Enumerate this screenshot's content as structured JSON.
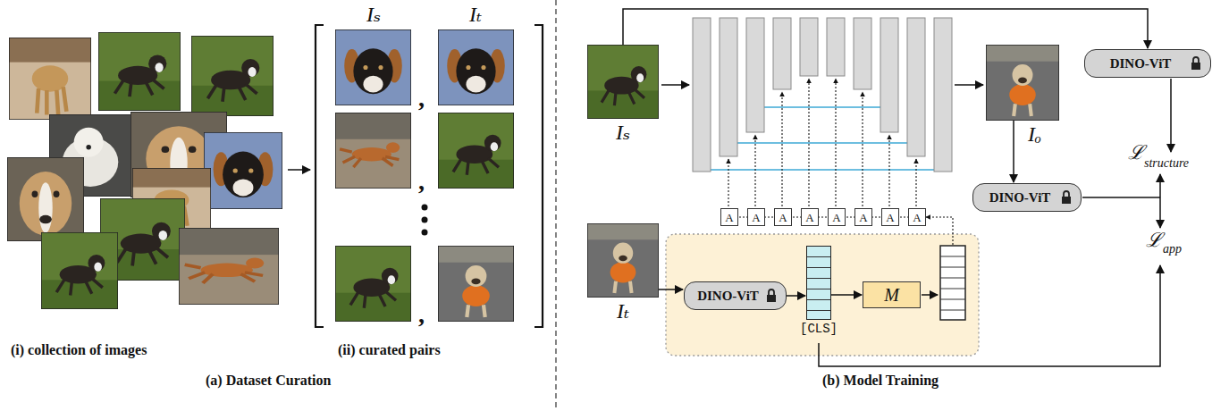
{
  "diagram": {
    "nodes": [
      {
        "text": [
          "Iₛ"
        ]
      },
      {
        "text": [
          "Iₒ"
        ]
      },
      {
        "text": [
          "DINO-ViT"
        ]
      },
      {
        "text": [
          "DINO-ViT"
        ]
      },
      {
        "text": [
          "Iₜ"
        ]
      },
      {
        "text": [
          "DINO-ViT"
        ]
      },
      {
        "text": [
          "[CLS]"
        ]
      },
      {
        "text": [
          "M"
        ]
      },
      {
        "text": [
          "A"
        ]
      },
      {
        "text": [
          "A"
        ]
      },
      {
        "text": [
          "A"
        ]
      },
      {
        "text": [
          "A"
        ]
      },
      {
        "text": [
          "A"
        ]
      },
      {
        "text": [
          "A"
        ]
      },
      {
        "text": [
          "A"
        ]
      },
      {
        "text": [
          "A"
        ]
      }
    ],
    "edges": [
      {
        "from": 0,
        "to": 2,
        "arrow": "to"
      },
      {
        "from": 1,
        "to": 3,
        "arrow": "to"
      },
      {
        "from": 4,
        "to": 5,
        "arrow": "to"
      },
      {
        "from": 5,
        "to": 6,
        "arrow": "to"
      },
      {
        "from": 6,
        "to": 7,
        "arrow": "to"
      }
    ],
    "labels": [
      "Iₛ",
      "Iₜ",
      ",",
      ",",
      ",",
      "(i) collection of images",
      "(ii) curated pairs",
      "(a) Dataset Curation",
      "ℒ",
      "structure",
      "ℒ",
      "app",
      "(b) Model Training"
    ]
  }
}
